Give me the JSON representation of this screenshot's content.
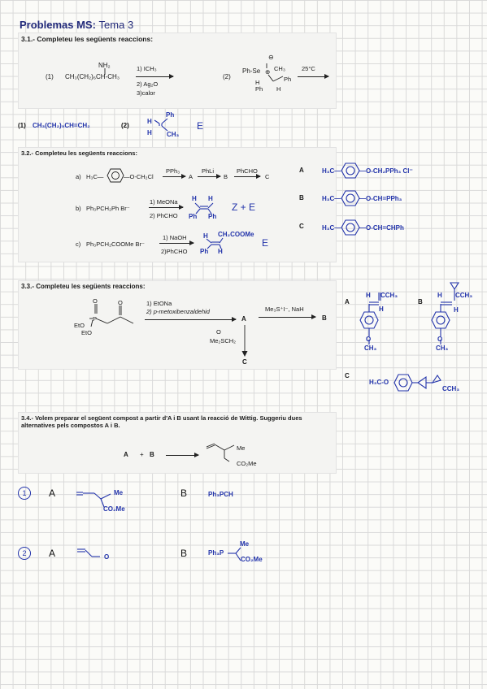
{
  "header": {
    "title_bold": "Problemas MS:",
    "title_rest": "Tema 3"
  },
  "s31": {
    "heading": "3.1.- Completeu les següents reaccions:",
    "r1_num": "(1)",
    "r1_amine": "NH₂",
    "r1_substrate": "CH₃(CH₂)₆CH-CH₃",
    "r1_step1": "1) ICH₃",
    "r1_step2": "2) Ag₂O",
    "r1_step3": "3)calor",
    "r2_num": "(2)",
    "r2_condition": "25°C",
    "r2_ph": "Ph-Se",
    "r2_ch3": "CH₃",
    "r2_ph2": "Ph",
    "r2_h": "H",
    "r2_ph3": "Ph",
    "r2_h2": "H",
    "r2_charge_minus": "⊖",
    "r2_charge_plus": "⊕",
    "ans1_label": "(1)",
    "ans1": "CH₃(CH₂)₅CH=CH₂",
    "ans2_label": "(2)",
    "ans2_ph": "Ph",
    "ans2_h1": "H",
    "ans2_h2": "H",
    "ans2_ch3": "CH₃",
    "ans2_iso": "E"
  },
  "s32": {
    "heading": "3.2.- Completeu les següents reaccions:",
    "a_label": "a)",
    "a_left": "H₃C—",
    "a_right": "—O-CH₂Cl",
    "a_r1": "PPh₃",
    "a_r2": "PhLi",
    "a_r3": "PhCHO",
    "a_A": "A",
    "a_B": "B",
    "a_C": "C",
    "b_label": "b)",
    "b_sub": "Ph₃PCH₂Ph  Br⁻",
    "b_s1": "1) MeONa",
    "b_s2": "2) PhCHO",
    "b_H1": "H",
    "b_H2": "H",
    "b_Ph1": "Ph",
    "b_Ph2": "Ph",
    "b_ans": "Z + E",
    "c_label": "c)",
    "c_sub": "Ph₃PCH₂COOMe  Br⁻",
    "c_s1": "1) NaOH",
    "c_s2": "2)PhCHO",
    "c_H": "H",
    "c_COOMe": "CH₂COOMe",
    "c_Ph": "Ph",
    "c_H2": "H",
    "c_iso": "E",
    "ansA_label": "A",
    "ansA_left": "H₃C—",
    "ansA_right": "—O-CH₂PPh₃   Cl⁻",
    "ansB_label": "B",
    "ansB_left": "H₃C—",
    "ansB_right": "—O-CH=PPh₃",
    "ansC_label": "C",
    "ansC_left": "H₃C—",
    "ansC_right": "—O-CH=CHPh"
  },
  "s33": {
    "heading": "3.3.- Completeu les següents reaccions:",
    "eto1": "EtO",
    "eto2": "EtO",
    "p": "P",
    "o1": "O",
    "o2": "O",
    "step1": "1) EtONa",
    "step2": "2) p-metoxibenzaldehid",
    "A": "A",
    "reagent": "Me₃S⁺I⁻, NaH",
    "B": "B",
    "ylide": "Me₂SCH₂",
    "ylide_o": "O",
    "C": "C",
    "ansA_label": "A",
    "ansA_h": "H",
    "ansA_cch3": "CCH₃",
    "ansA_h2": "H",
    "ansA_o": "O",
    "ansA_ch3": "CH₃",
    "ansB_label": "B",
    "ansB_h": "H",
    "ansB_cch3": "CCH₃",
    "ansB_h2": "H",
    "ansB_o": "O",
    "ansB_ch3": "CH₃",
    "ansC_label": "C",
    "ansC_left": "H₃C-O",
    "ansC_right": "CCH₃"
  },
  "s34": {
    "heading_line1": "3.4.- Volem preparar el següent compost a partir d'A i B usant la reacció de Wittig. Suggeriu dues",
    "heading_line2": "alternatives pels compostos A i B.",
    "eq_A": "A",
    "eq_plus": "+",
    "eq_B": "B",
    "prod_me": "Me",
    "prod_co2me": "CO₂Me",
    "alt1_num": "1",
    "alt1_A": "A",
    "alt1_A_me": "Me",
    "alt1_A_co2me": "CO₂Me",
    "alt1_B": "B",
    "alt1_B_val": "Ph₃PCH",
    "alt2_num": "2",
    "alt2_A": "A",
    "alt2_A_o": "O",
    "alt2_B": "B",
    "alt2_B_val": "Ph₃P",
    "alt2_B_me": "Me",
    "alt2_B_co2me": "CO₂Me"
  }
}
